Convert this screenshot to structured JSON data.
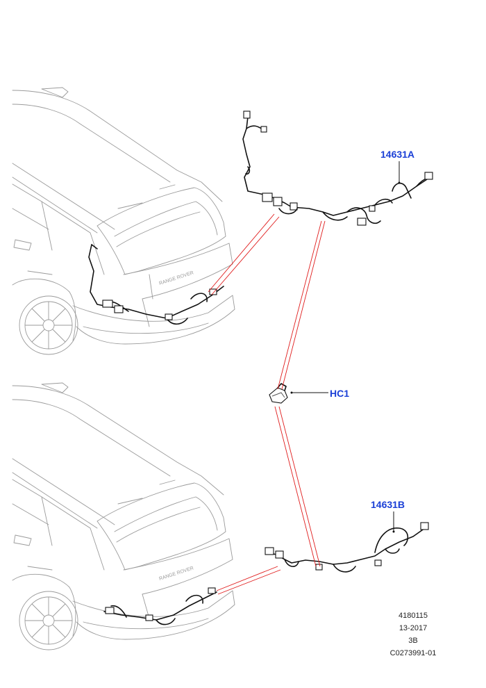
{
  "callouts": {
    "part_a": "14631A",
    "part_b": "14631B",
    "part_hc": "HC1"
  },
  "reference": {
    "line1": "4180115",
    "line2": "13-2017",
    "line3": "3B",
    "line4": "C0273991-01"
  },
  "colors": {
    "callout_text": "#1a3fd6",
    "link_lines": "#e01b1b",
    "harness": "#111111",
    "vehicle_outline": "#9a9a9a"
  },
  "brand_text": "RANGE ROVER"
}
